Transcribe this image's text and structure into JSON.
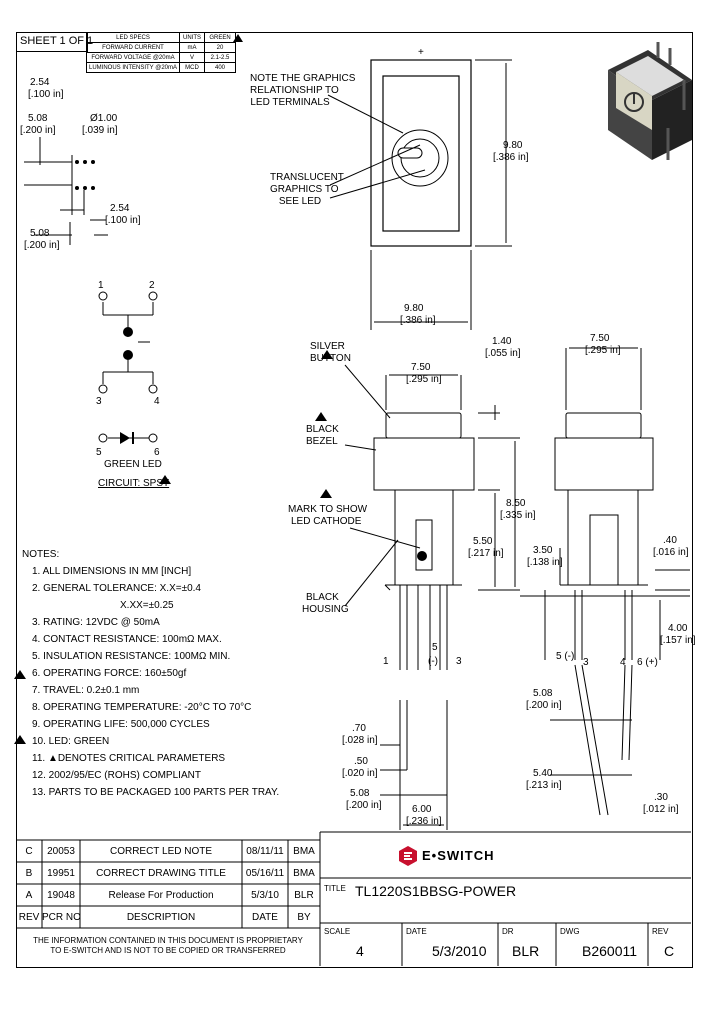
{
  "sheet": "SHEET 1 OF 1",
  "led_table": {
    "headers": [
      "LED SPECS",
      "UNITS",
      "GREEN"
    ],
    "rows": [
      [
        "FORWARD CURRENT",
        "mA",
        "20"
      ],
      [
        "FORWARD VOLTAGE @20mA",
        "V",
        "2.1-2.5"
      ],
      [
        "LUMINOUS INTENSITY @20mA",
        "MCD",
        "400"
      ]
    ]
  },
  "top_dims": {
    "d254": "2.54",
    "d254_in": "[.100 in]",
    "d508": "5.08",
    "d508_in": "[.200 in]",
    "hole": "Ø1.00",
    "hole_in": "[.039 in]",
    "d254b": "2.54",
    "d254b_in": "[.100 in]",
    "d508b": "5.08",
    "d508b_in": "[.200 in]"
  },
  "top_view": {
    "plus": "+",
    "note1": [
      "NOTE THE GRAPHICS",
      "RELATIONSHIP TO",
      "LED TERMINALS"
    ],
    "note2": [
      "TRANSLUCENT",
      "GRAPHICS TO",
      "SEE LED"
    ],
    "h": "9.80",
    "h_in": "[.386 in]",
    "w": "9.80",
    "w_in": "[.386 in]"
  },
  "circuit": {
    "pins": [
      "1",
      "2",
      "3",
      "4",
      "5",
      "6"
    ],
    "led_label": "GREEN LED",
    "label": "CIRCUIT: SPST"
  },
  "side": {
    "silver": [
      "SILVER",
      "BUTTON"
    ],
    "bezel": [
      "BLACK",
      "BEZEL"
    ],
    "mark": [
      "MARK TO SHOW",
      "LED CATHODE"
    ],
    "housing": [
      "BLACK",
      "HOUSING"
    ],
    "d750": "7.50",
    "d750_in": "[.295 in]",
    "d140": "1.40",
    "d140_in": "[.055 in]",
    "d850": "8.50",
    "d850_in": "[.335 in]",
    "d550": "5.50",
    "d550_in": "[.217 in]",
    "d070": ".70",
    "d070_in": "[.028 in]",
    "d050": ".50",
    "d050_in": "[.020 in]",
    "d508": "5.08",
    "d508_in": "[.200 in]",
    "d600": "6.00",
    "d600_in": "[.236 in]",
    "pin1": "1",
    "pin5": "5",
    "pin5m": "(-)",
    "pin3": "3"
  },
  "side2": {
    "d750": "7.50",
    "d750_in": "[.295 in]",
    "d350": "3.50",
    "d350_in": "[.138 in]",
    "d040": ".40",
    "d040_in": "[.016 in]",
    "d400": "4.00",
    "d400_in": "[.157 in]",
    "pin5": "5 (-)",
    "pin3": "3",
    "pin4": "4",
    "pin6": "6 (+)",
    "d508": "5.08",
    "d508_in": "[.200 in]",
    "d540": "5.40",
    "d540_in": "[.213 in]",
    "d030": ".30",
    "d030_in": "[.012 in]"
  },
  "notes": {
    "title": "NOTES:",
    "items": [
      "1. ALL DIMENSIONS IN MM [INCH]",
      "2. GENERAL TOLERANCE: X.X=±0.4",
      "X.XX=±0.25",
      "3. RATING: 12VDC @ 50mA",
      "4. CONTACT RESISTANCE: 100mΩ MAX.",
      "5. INSULATION RESISTANCE: 100MΩ MIN.",
      "6. OPERATING FORCE: 160±50gf",
      "7. TRAVEL: 0.2±0.1 mm",
      "8. OPERATING TEMPERATURE: -20°C TO 70°C",
      "9. OPERATING LIFE: 500,000 CYCLES",
      "10. LED: GREEN",
      "11. ▲DENOTES CRITICAL PARAMETERS",
      "12. 2002/95/EC (ROHS) COMPLIANT",
      "13. PARTS TO BE PACKAGED 100 PARTS PER TRAY."
    ]
  },
  "revisions": [
    {
      "rev": "C",
      "pcr": "20053",
      "desc": "CORRECT LED NOTE",
      "date": "08/11/11",
      "by": "BMA"
    },
    {
      "rev": "B",
      "pcr": "19951",
      "desc": "CORRECT DRAWING TITLE",
      "date": "05/16/11",
      "by": "BMA"
    },
    {
      "rev": "A",
      "pcr": "19048",
      "desc": "Release For Production",
      "date": "5/3/10",
      "by": "BLR"
    }
  ],
  "rev_header": {
    "rev": "REV",
    "pcr": "PCR NO",
    "desc": "DESCRIPTION",
    "date": "DATE",
    "by": "BY"
  },
  "disclaimer": [
    "THE INFORMATION CONTAINED IN THIS DOCUMENT IS PROPRIETARY",
    "TO E-SWITCH AND IS NOT TO BE COPIED OR TRANSFERRED"
  ],
  "brand": "E•SWITCH",
  "title_block": {
    "title_label": "TITLE",
    "title": "TL1220S1BBSG-POWER",
    "scale_label": "SCALE",
    "scale": "4",
    "date_label": "DATE",
    "date": "5/3/2010",
    "dr_label": "DR",
    "dr": "BLR",
    "dwg_label": "DWG",
    "dwg": "B260011",
    "rev_label": "REV",
    "rev": "C"
  },
  "colors": {
    "brand": "#c8102e"
  }
}
